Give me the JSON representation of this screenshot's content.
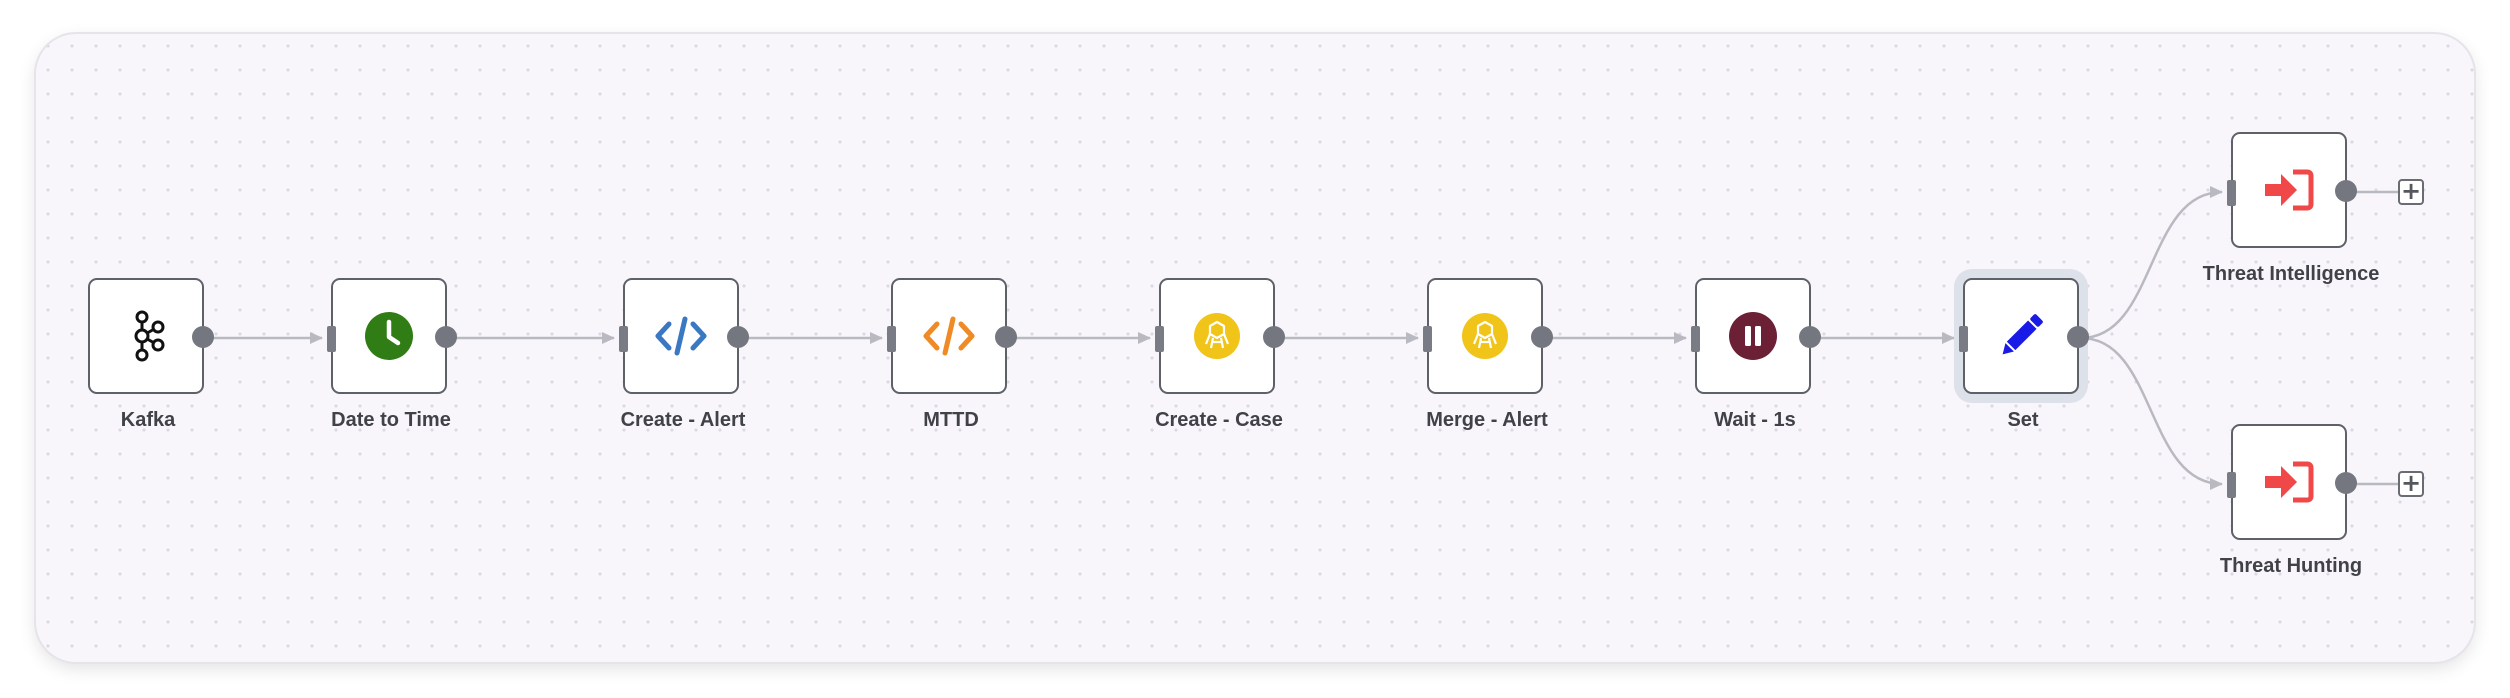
{
  "workflow": {
    "nodes": [
      {
        "id": "kafka",
        "label": "Kafka",
        "icon": "kafka-icon"
      },
      {
        "id": "date-to-time",
        "label": "Date to Time",
        "icon": "clock-icon",
        "color": "#2f7d14"
      },
      {
        "id": "create-alert",
        "label": "Create - Alert",
        "icon": "code-icon",
        "color": "#3a78c3"
      },
      {
        "id": "mttd",
        "label": "MTTD",
        "icon": "code-icon",
        "color": "#f08a24"
      },
      {
        "id": "create-case",
        "label": "Create - Case",
        "icon": "thehive-bee-icon",
        "color": "#f0c419"
      },
      {
        "id": "merge-alert",
        "label": "Merge - Alert",
        "icon": "thehive-bee-icon",
        "color": "#f0c419"
      },
      {
        "id": "wait-1s",
        "label": "Wait - 1s",
        "icon": "pause-icon",
        "color": "#6b2035"
      },
      {
        "id": "set",
        "label": "Set",
        "icon": "pencil-icon",
        "color": "#1a1ae6",
        "selected": true
      },
      {
        "id": "threat-intelligence",
        "label": "Threat Intelligence",
        "icon": "execute-workflow-icon",
        "color": "#f04848"
      },
      {
        "id": "threat-hunting",
        "label": "Threat Hunting",
        "icon": "execute-workflow-icon",
        "color": "#f04848"
      }
    ],
    "add_button_symbol": "+"
  },
  "colors": {
    "canvas_bg": "#f8f6fb",
    "node_border": "#5f6169",
    "wire": "#b9b9c1",
    "handle": "#74777f"
  }
}
